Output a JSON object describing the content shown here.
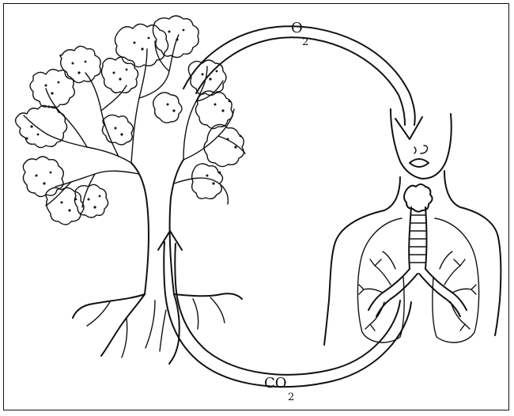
{
  "diagram": {
    "labels": {
      "oxygen": {
        "main": "O",
        "sub": "2"
      },
      "carbon_dioxide": {
        "main": "CO",
        "sub": "2"
      }
    }
  }
}
